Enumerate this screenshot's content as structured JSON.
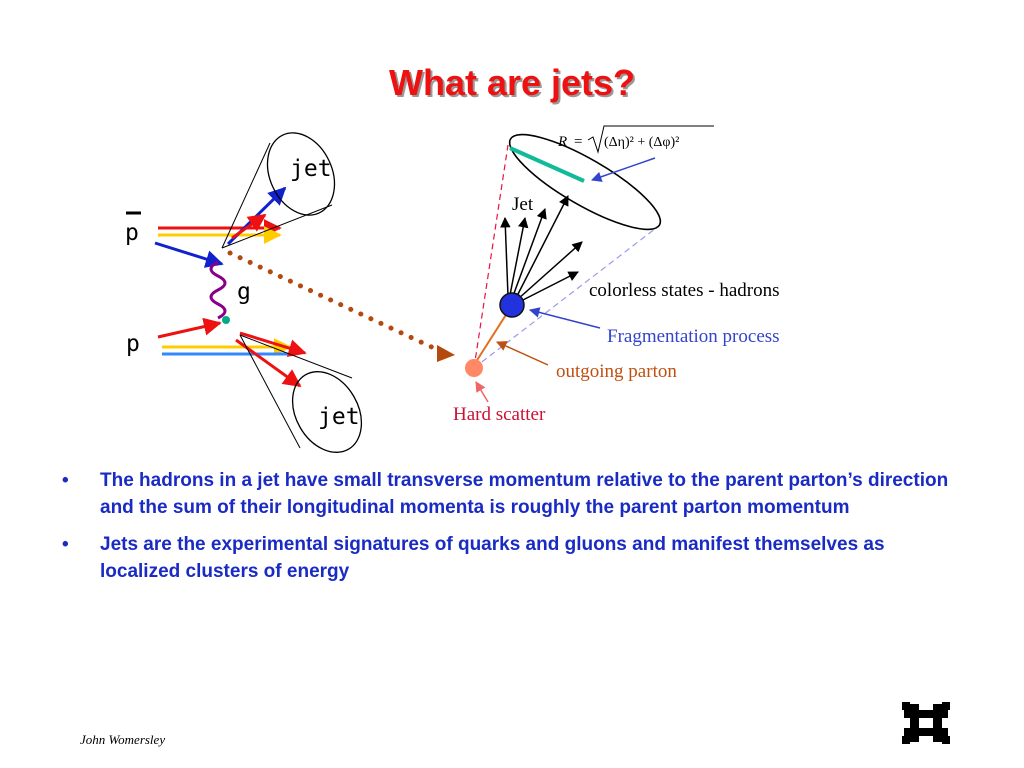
{
  "title": "What are jets?",
  "diagram": {
    "label_jet_top": "jet",
    "label_jet_bottom": "jet",
    "label_pbar": "p",
    "label_g": "g",
    "label_p": "p",
    "formula_R": "R",
    "formula_eq": "=",
    "formula_expr": "(Δη)² + (Δφ)²",
    "label_jet_cone": "Jet",
    "label_colorless": "colorless states -  hadrons",
    "label_fragmentation": "Fragmentation process",
    "label_outgoing": "outgoing parton",
    "label_hard_scatter": "Hard scatter"
  },
  "bullets": [
    "The hadrons in a jet have small transverse momentum relative to the parent parton’s direction and the sum of their longitudinal momenta is roughly the parent parton momentum",
    "Jets are the experimental signatures of quarks and gluons and manifest themselves as localized clusters of energy"
  ],
  "bullet_char": "•",
  "author": "John Womersley",
  "colors": {
    "title": "#ee1111",
    "bullet_text": "#1a2bc4",
    "fragmentation": "#3344cc",
    "outgoing": "#c05010",
    "hard_scatter": "#cc1133"
  },
  "icons": [
    "fermilab-logo-icon"
  ]
}
